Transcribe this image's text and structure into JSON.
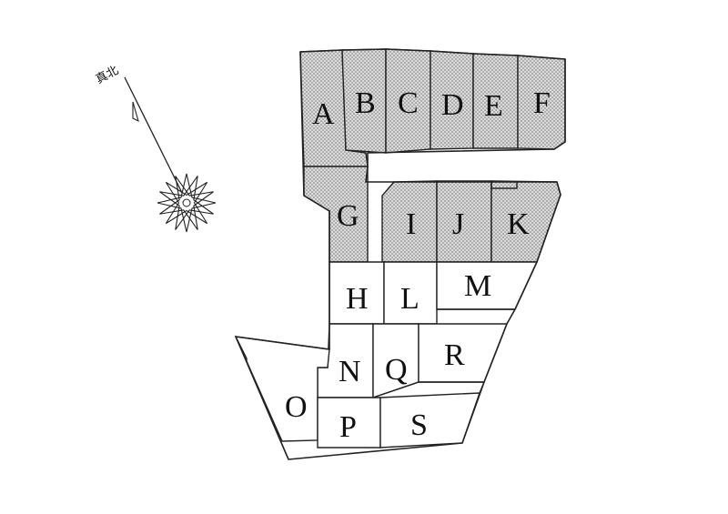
{
  "compass": {
    "label": "真北"
  },
  "lots": [
    {
      "id": "A",
      "shaded": true
    },
    {
      "id": "B",
      "shaded": true
    },
    {
      "id": "C",
      "shaded": true
    },
    {
      "id": "D",
      "shaded": true
    },
    {
      "id": "E",
      "shaded": true
    },
    {
      "id": "F",
      "shaded": true
    },
    {
      "id": "G",
      "shaded": true
    },
    {
      "id": "H",
      "shaded": false
    },
    {
      "id": "I",
      "shaded": true
    },
    {
      "id": "J",
      "shaded": true
    },
    {
      "id": "K",
      "shaded": true
    },
    {
      "id": "L",
      "shaded": false
    },
    {
      "id": "M",
      "shaded": false
    },
    {
      "id": "N",
      "shaded": false
    },
    {
      "id": "O",
      "shaded": false
    },
    {
      "id": "P",
      "shaded": false
    },
    {
      "id": "Q",
      "shaded": false
    },
    {
      "id": "R",
      "shaded": false
    },
    {
      "id": "S",
      "shaded": false
    }
  ],
  "colors": {
    "line": "#222222",
    "shade_dot": "#6e6e6e",
    "shade_bg": "#d9d9d9",
    "background": "#ffffff"
  }
}
